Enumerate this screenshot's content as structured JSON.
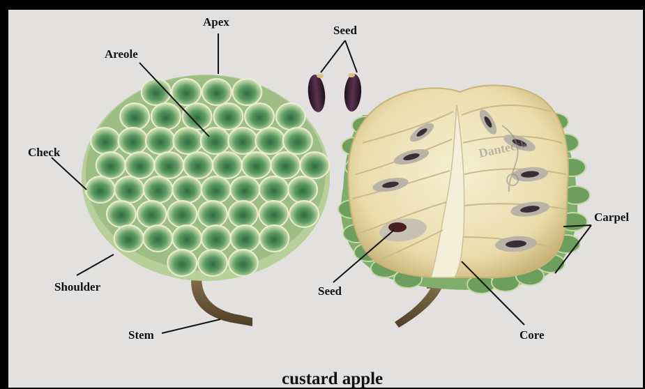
{
  "title": "custard apple",
  "labels": {
    "apex": "Apex",
    "areole": "Areole",
    "check": "Check",
    "shoulder": "Shoulder",
    "stem": "Stem",
    "seed_top": "Seed",
    "seed_section": "Seed",
    "core": "Core",
    "carpel": "Carpel"
  },
  "watermark": "Dantecsk",
  "colors": {
    "background": "#e3e1e0",
    "frame": "#000000",
    "fruit_green": "#4f8a55",
    "fruit_pale": "#dfe3b0",
    "flesh": "#efe5bd",
    "seed": "#3a1e2e",
    "stem": "#6e5a3a"
  }
}
